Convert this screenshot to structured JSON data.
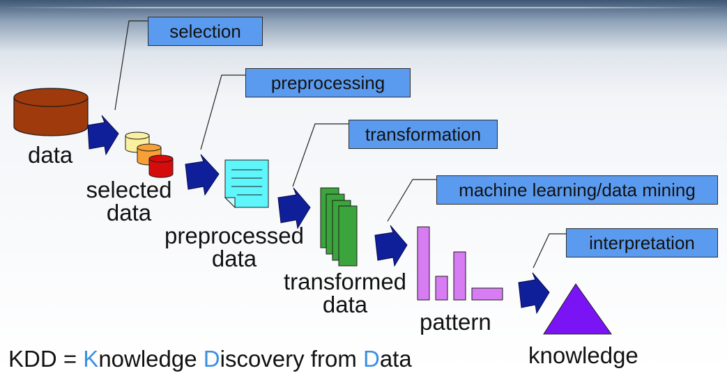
{
  "steps": {
    "selection": "selection",
    "preprocessing": "preprocessing",
    "transformation": "transformation",
    "mining": "machine learning/data mining",
    "interpretation": "interpretation"
  },
  "stages": {
    "data": "data",
    "selected_1": "selected",
    "selected_2": "data",
    "preprocessed_1": "preprocessed",
    "preprocessed_2": "data",
    "transformed_1": "transformed",
    "transformed_2": "data",
    "pattern": "pattern",
    "knowledge": "knowledge"
  },
  "footer": {
    "prefix": "KDD = ",
    "k": "K",
    "k_rest": "nowledge ",
    "d": "D",
    "d_rest": "iscovery from ",
    "d2": "D",
    "d2_rest": "ata"
  },
  "colors": {
    "step_box": "#5b9bef",
    "arrow": "#0f1f9a",
    "accent_letters": "#3b8fe0",
    "data_cylinder": "#9e3a0c",
    "pattern_bars": "#d77cf2",
    "knowledge_triangle": "#7a14f5",
    "transformed_pages": "#3ca43c",
    "preprocessed_doc": "#5ff6fb"
  }
}
